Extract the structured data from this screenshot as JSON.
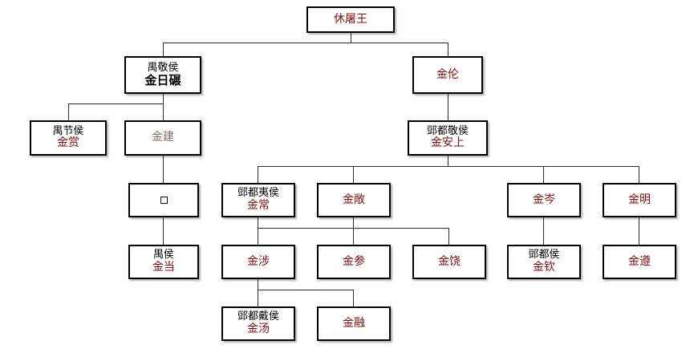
{
  "diagram": {
    "kind": "family-tree",
    "subject": "休屠王家族世系图",
    "colors": {
      "name_red": "#8b1a1a",
      "title_black": "#000000",
      "name_faded": "#8a6b6b",
      "box_border": "#000000",
      "connector": "#2b2b2b",
      "background": "#ffffff"
    }
  },
  "nodes": {
    "xiutuwang": {
      "title": "",
      "name": "休屠王"
    },
    "jinridi": {
      "title": "禺敬侯",
      "name": "金日碾"
    },
    "jinlun": {
      "title": "",
      "name": "金伦"
    },
    "jinshang": {
      "title": "禺节侯",
      "name": "金赏"
    },
    "jinjian": {
      "title": "",
      "name": "金建"
    },
    "jinanshang": {
      "title": "郖都敬侯",
      "name": "金安上"
    },
    "unknown": {
      "title": "",
      "name": "□"
    },
    "jinchang": {
      "title": "郖都夷侯",
      "name": "金常"
    },
    "jinchang2": {
      "title": "",
      "name": "金敞"
    },
    "jincen": {
      "title": "",
      "name": "金岑"
    },
    "jinming": {
      "title": "",
      "name": "金明"
    },
    "jindang": {
      "title": "禺侯",
      "name": "金当"
    },
    "jinshe": {
      "title": "",
      "name": "金涉"
    },
    "jincan": {
      "title": "",
      "name": "金参"
    },
    "jinrao": {
      "title": "",
      "name": "金饶"
    },
    "jinqin": {
      "title": "郖都侯",
      "name": "金钦"
    },
    "jinzun": {
      "title": "",
      "name": "金遵"
    },
    "jintang": {
      "title": "郖都戴侯",
      "name": "金汤"
    },
    "jinrong": {
      "title": "",
      "name": "金融"
    }
  }
}
